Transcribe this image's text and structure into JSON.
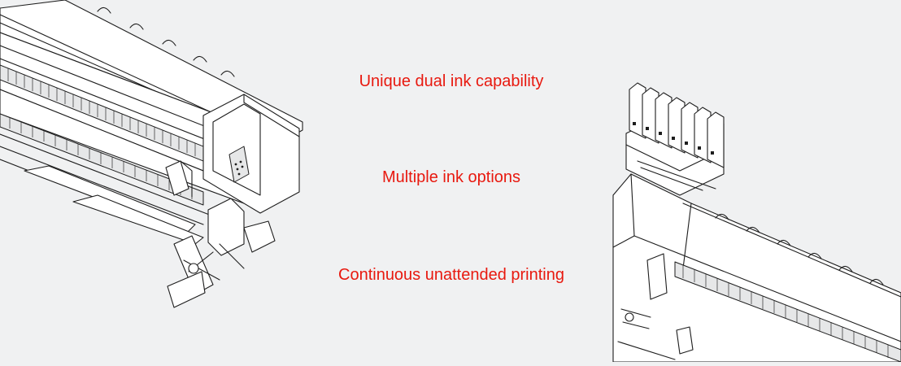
{
  "colors": {
    "background": "#f0f1f2",
    "feature_text": "#e8190f",
    "line_art": "#1d1d1d"
  },
  "illustrations": {
    "left": "printer-left-angle-line-drawing",
    "right": "printer-right-angle-with-ink-tanks-line-drawing"
  },
  "features": [
    {
      "label": "Unique dual ink capability"
    },
    {
      "label": "Multiple ink options"
    },
    {
      "label": "Continuous unattended printing"
    }
  ]
}
